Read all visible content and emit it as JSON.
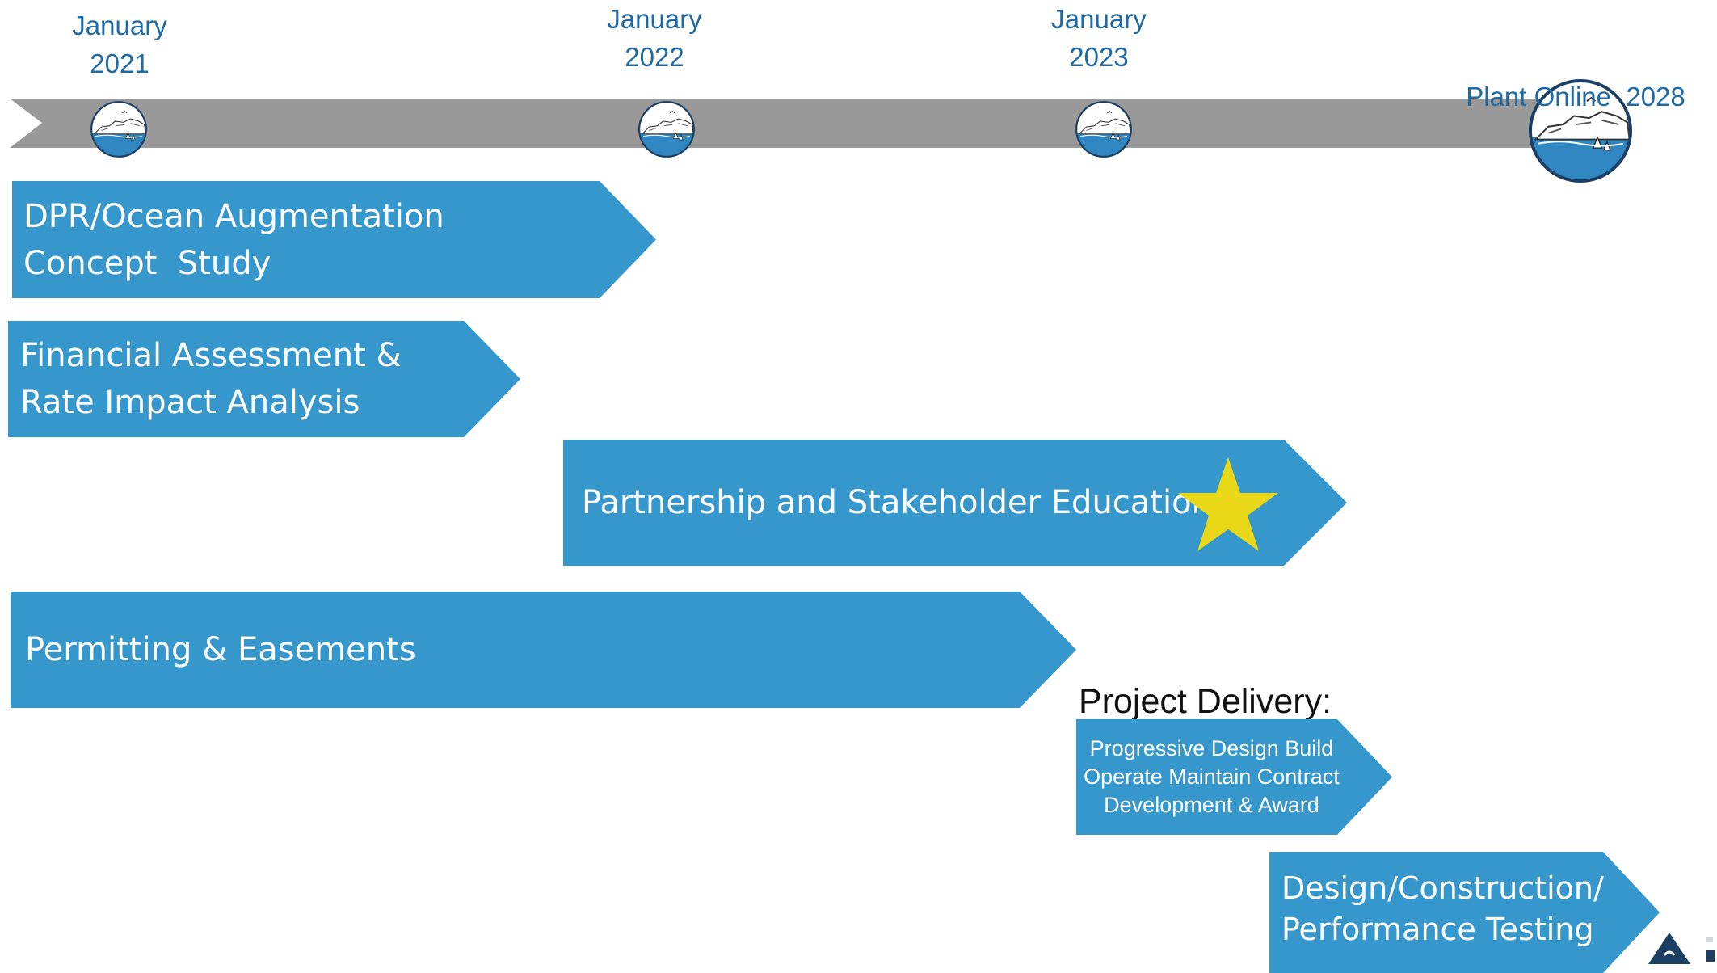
{
  "milestones": {
    "m2021": {
      "line1": "January",
      "line2": "2021"
    },
    "m2022": {
      "line1": "January",
      "line2": "2022"
    },
    "m2023": {
      "line1": "January",
      "line2": "2023"
    },
    "online": {
      "label": "Plant Online  2028"
    }
  },
  "tasks": {
    "concept": {
      "line1": "DPR/Ocean Augmentation",
      "line2": "Concept  Study"
    },
    "financial": {
      "line1": "Financial Assessment &",
      "line2": "Rate Impact Analysis"
    },
    "partnership": {
      "line1": "Partnership and Stakeholder Education"
    },
    "permitting": {
      "line1": "Permitting & Easements"
    },
    "delivery": {
      "heading": "Project Delivery:",
      "line1": "Progressive Design Build",
      "line2": "Operate Maintain Contract",
      "line3": "Development & Award"
    },
    "design": {
      "line1": "Design/Construction/",
      "line2": "Performance Testing"
    }
  },
  "icons": {
    "milestone": "coastline-logo-icon",
    "highlight": "star-icon",
    "corner_logo": "district-logo-icon"
  },
  "colors": {
    "arrow": "#3597cc",
    "timeline": "#999999",
    "milestone_text": "#1f6aa5",
    "star": "#e8d818"
  }
}
